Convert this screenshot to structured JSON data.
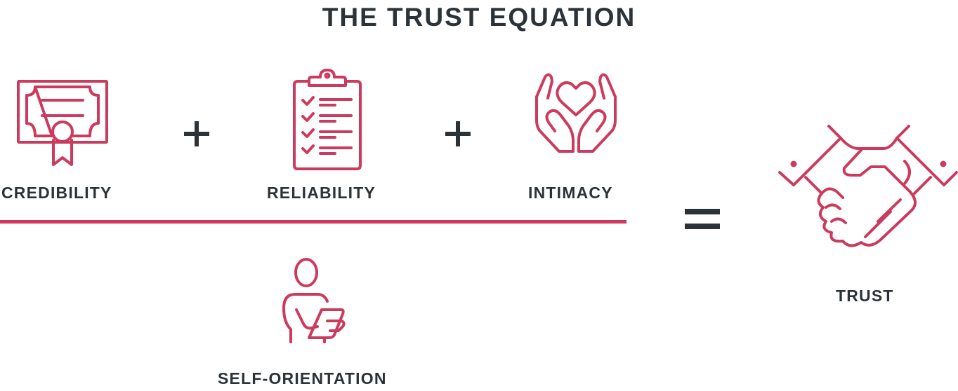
{
  "title": "THE TRUST EQUATION",
  "colors": {
    "accent": "#cc3a5e",
    "text": "#2c3338",
    "background": "#ffffff"
  },
  "numerator": [
    {
      "label": "CREDIBILITY",
      "icon": "certificate-icon"
    },
    {
      "label": "RELIABILITY",
      "icon": "clipboard-checklist-icon"
    },
    {
      "label": "INTIMACY",
      "icon": "hands-heart-icon"
    }
  ],
  "operators": {
    "plus_1": "+",
    "plus_2": "+",
    "equals": "="
  },
  "denominator": {
    "label": "SELF-ORIENTATION",
    "icon": "person-tablet-icon"
  },
  "result": {
    "label": "TRUST",
    "icon": "handshake-icon"
  }
}
